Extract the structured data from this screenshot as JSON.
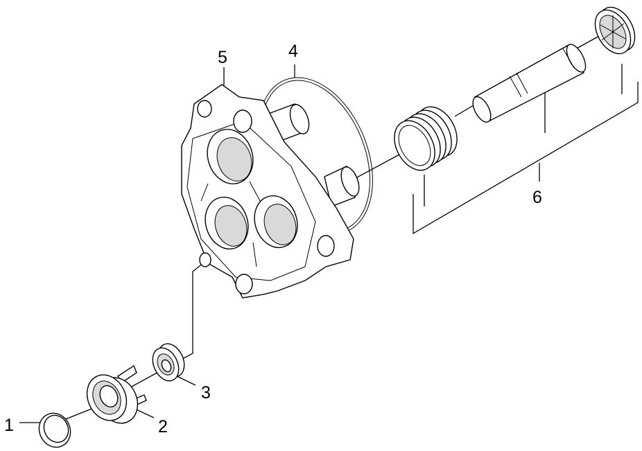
{
  "callouts": {
    "p1": "1",
    "p2": "2",
    "p3": "3",
    "p4": "4",
    "p5": "5",
    "p6": "6"
  },
  "colors": {
    "line": "#000000",
    "background": "#ffffff",
    "shade": "#d9d9d9"
  }
}
